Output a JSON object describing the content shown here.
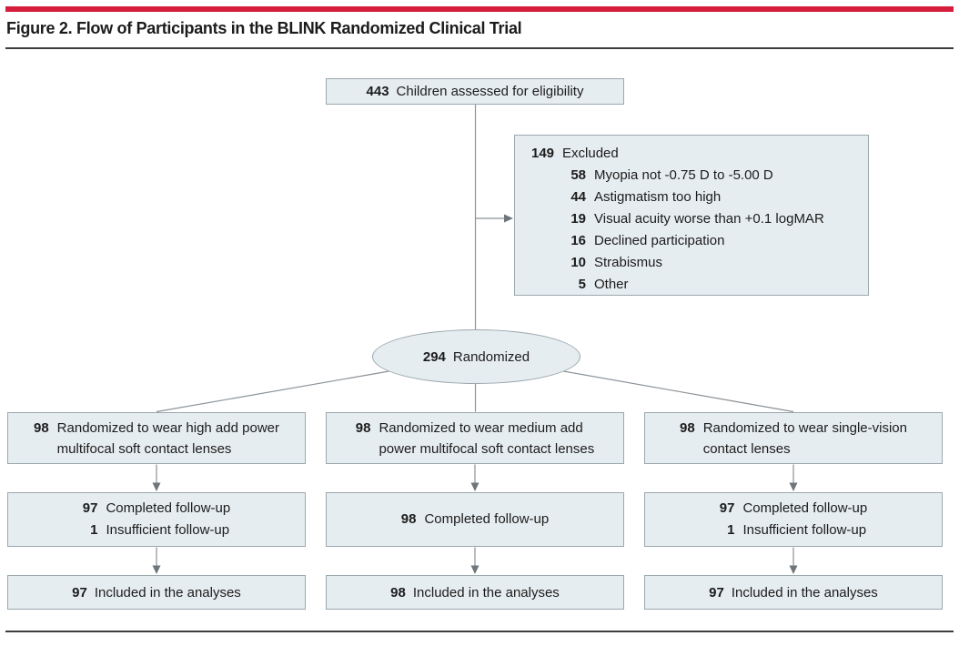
{
  "title": "Figure 2. Flow of Participants in the BLINK Randomized Clinical Trial",
  "colors": {
    "accent_red": "#d41e3c",
    "box_fill": "#e6edf0",
    "box_border": "#9ba8ae",
    "connector": "#8b9298",
    "arrowhead": "#6e767b",
    "text": "#1c1c1c",
    "rule": "#3d3d3d"
  },
  "flow": {
    "eligibility": {
      "n": "443",
      "label": "Children assessed for eligibility"
    },
    "excluded": {
      "n": "149",
      "label": "Excluded",
      "reasons": [
        {
          "n": "58",
          "label": "Myopia not -0.75 D to -5.00 D"
        },
        {
          "n": "44",
          "label": "Astigmatism too high"
        },
        {
          "n": "19",
          "label": "Visual acuity worse than +0.1 logMAR"
        },
        {
          "n": "16",
          "label": "Declined participation"
        },
        {
          "n": "10",
          "label": "Strabismus"
        },
        {
          "n": "5",
          "label": "Other"
        }
      ]
    },
    "randomized": {
      "n": "294",
      "label": "Randomized"
    },
    "arms": [
      {
        "assigned": {
          "n": "98",
          "label": "Randomized to wear high add power\nmultifocal soft contact lenses"
        },
        "followup": [
          {
            "n": "97",
            "label": "Completed follow-up"
          },
          {
            "n": "1",
            "label": "Insufficient follow-up"
          }
        ],
        "analysis": {
          "n": "97",
          "label": "Included in the analyses"
        }
      },
      {
        "assigned": {
          "n": "98",
          "label": "Randomized to wear medium add\npower multifocal soft contact lenses"
        },
        "followup": [
          {
            "n": "98",
            "label": "Completed follow-up"
          }
        ],
        "analysis": {
          "n": "98",
          "label": "Included in the analyses"
        }
      },
      {
        "assigned": {
          "n": "98",
          "label": "Randomized to wear single-vision\ncontact lenses"
        },
        "followup": [
          {
            "n": "97",
            "label": "Completed follow-up"
          },
          {
            "n": "1",
            "label": "Insufficient follow-up"
          }
        ],
        "analysis": {
          "n": "97",
          "label": "Included in the analyses"
        }
      }
    ]
  }
}
